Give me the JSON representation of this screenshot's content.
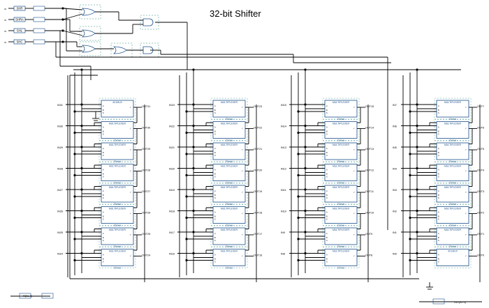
{
  "title": "32-bit Shifter",
  "control_inputs": [
    "SHR",
    "SHRA",
    "SHL",
    "SHC"
  ],
  "control_pin_marks": [
    "IN",
    "IN",
    "IN",
    "IN"
  ],
  "bus_input": "IN[31..0]",
  "bus_output": "OUT[31..0]",
  "mux_label": "MULTIPLEXER",
  "mux_type": "21mux",
  "end_block_label": "4X1MUX",
  "columns": [
    {
      "inputs": [
        "IN31",
        "IN30",
        "IN29",
        "IN28",
        "IN27",
        "IN26",
        "IN25",
        "IN24"
      ],
      "outputs": [
        "OUT31",
        "OUT30",
        "OUT29",
        "OUT28",
        "OUT27",
        "OUT26",
        "OUT25",
        "OUT24"
      ]
    },
    {
      "inputs": [
        "IN23",
        "IN22",
        "IN21",
        "IN20",
        "IN19",
        "IN18",
        "IN17",
        "IN16"
      ],
      "outputs": [
        "OUT23",
        "OUT22",
        "OUT21",
        "OUT20",
        "OUT19",
        "OUT18",
        "OUT17",
        "OUT16"
      ]
    },
    {
      "inputs": [
        "IN15",
        "IN14",
        "IN13",
        "IN12",
        "IN11",
        "IN10",
        "IN9",
        "IN8"
      ],
      "outputs": [
        "OUT15",
        "OUT14",
        "OUT13",
        "OUT12",
        "OUT11",
        "OUT10",
        "OUT9",
        "OUT8"
      ]
    },
    {
      "inputs": [
        "IN7",
        "IN6",
        "IN5",
        "IN4",
        "IN3",
        "IN2",
        "IN1",
        "IN0"
      ],
      "outputs": [
        "OUT7",
        "OUT6",
        "OUT5",
        "OUT4",
        "OUT3",
        "OUT2",
        "OUT1",
        "OUT0"
      ]
    }
  ],
  "colors": {
    "wire": "#000000",
    "component": "#1a4f8a",
    "label": "#000000",
    "dashed": "#2e8b7a"
  }
}
